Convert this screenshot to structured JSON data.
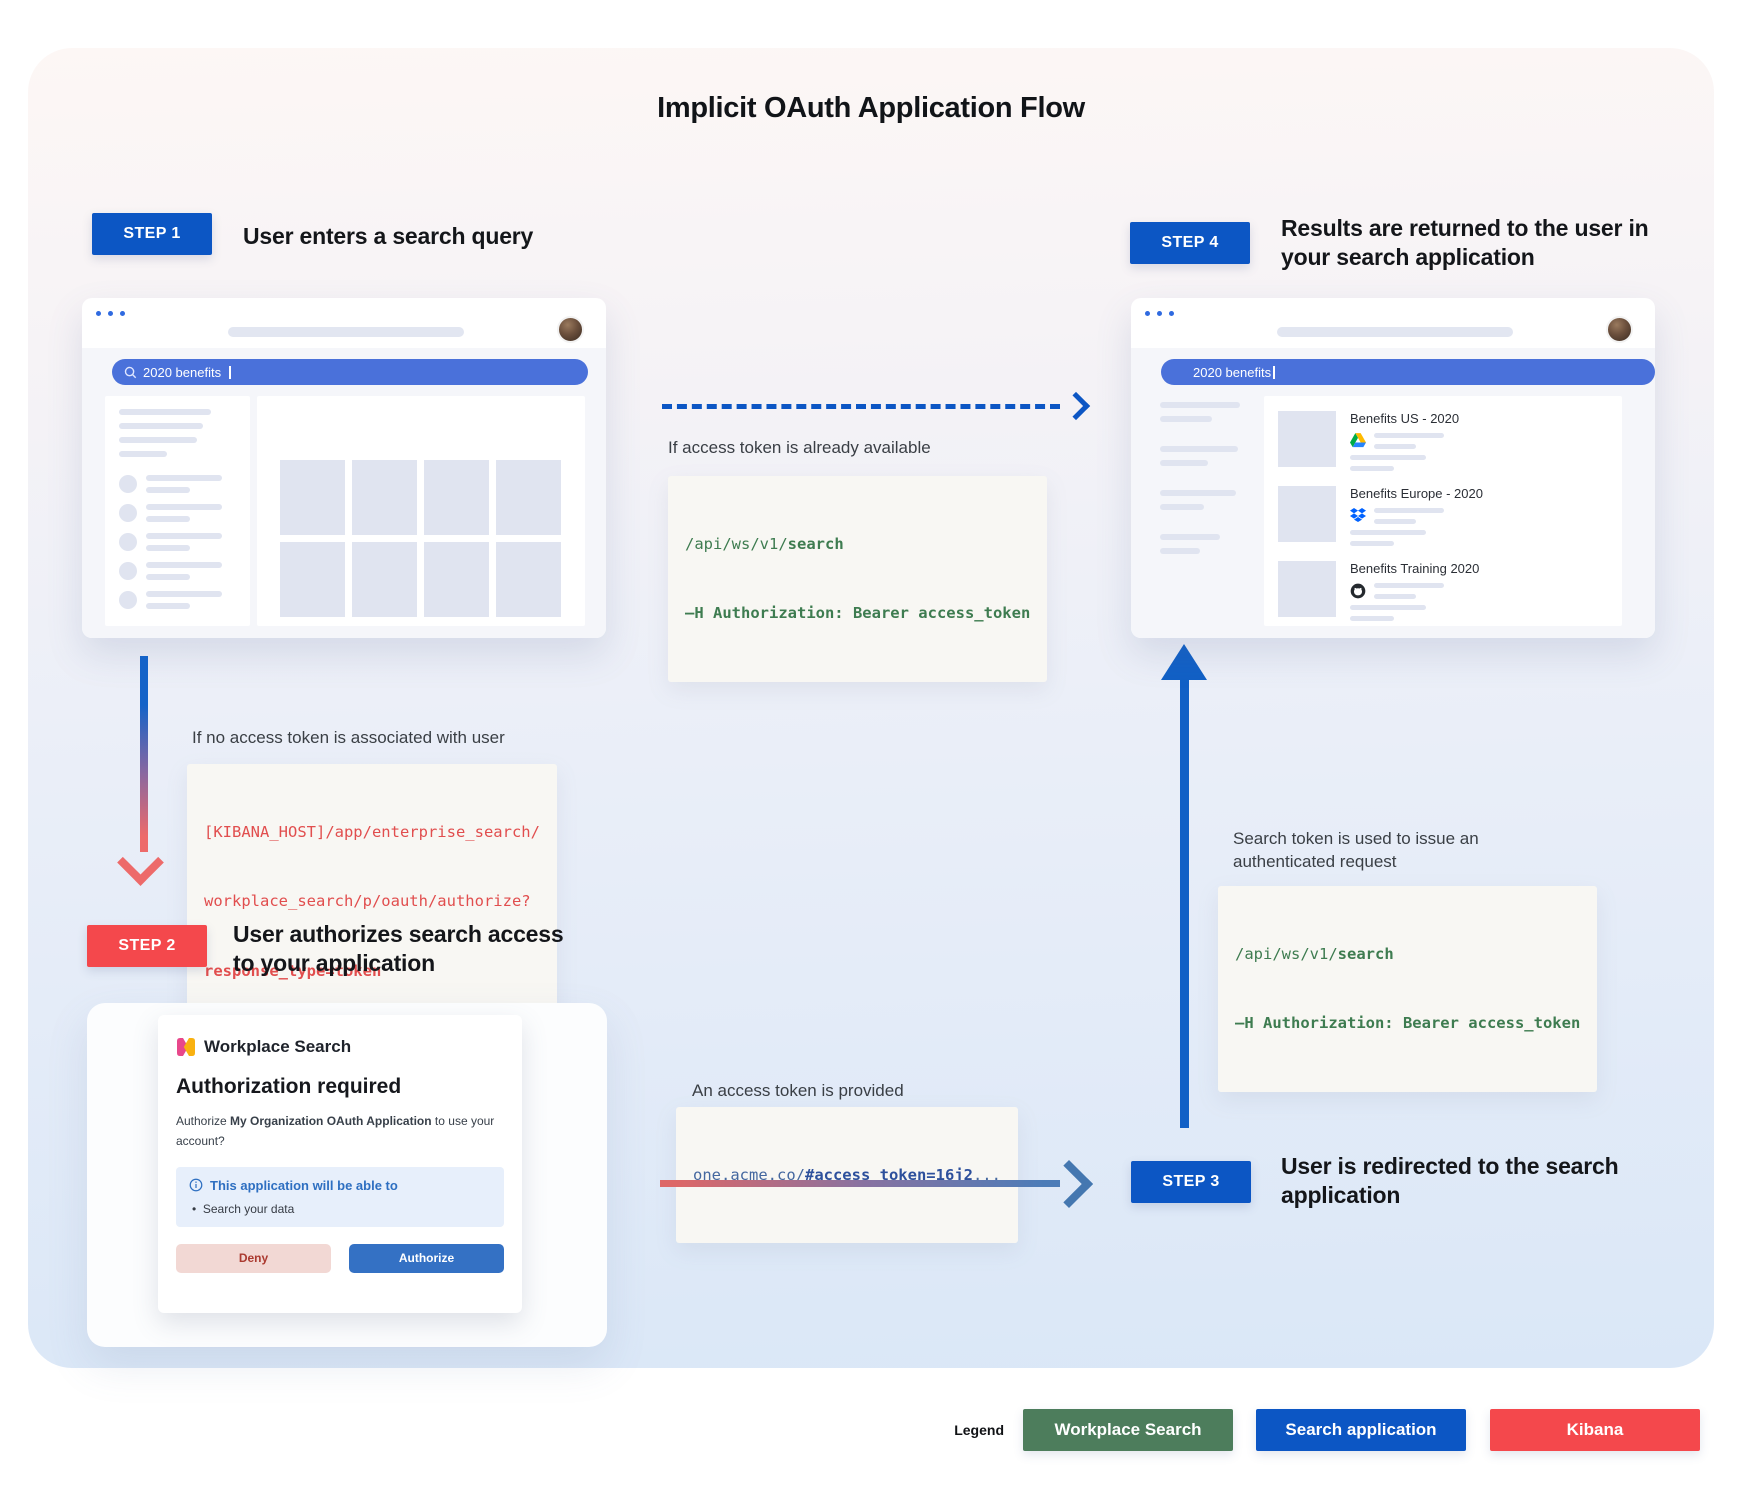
{
  "title": "Implicit OAuth Application Flow",
  "colors": {
    "step_blue": "#0c56c4",
    "step_red": "#f4484c",
    "search_pill": "#4a71da",
    "code_green": "#3e7c50",
    "code_red": "#e14e4e",
    "code_blue": "#44679f",
    "code_blue_bold": "#2d509c",
    "arrow_blue": "#0c56c4",
    "arrow_red": "#ed6a6a"
  },
  "steps": [
    {
      "badge": "STEP 1",
      "label": "User enters a search query"
    },
    {
      "badge": "STEP 2",
      "label": "User authorizes search access to your application"
    },
    {
      "badge": "STEP 3",
      "label": "User is redirected to the search application"
    },
    {
      "badge": "STEP 4",
      "label": "Results are returned to the user in your search application"
    }
  ],
  "search_app": {
    "query": "2020 benefits"
  },
  "results_app": {
    "query": "2020 benefits",
    "results": [
      {
        "title": "Benefits US - 2020",
        "source_icon": "google-drive-icon"
      },
      {
        "title": "Benefits Europe - 2020",
        "source_icon": "dropbox-icon"
      },
      {
        "title": "Benefits Training 2020",
        "source_icon": "github-icon"
      }
    ]
  },
  "annotations": {
    "token_available": "If access token is already available",
    "no_token": "If no access token is associated with user",
    "token_provided": "An access token is provided",
    "token_used": "Search token is used to issue an authenticated request"
  },
  "code": {
    "search_api": {
      "pre": "/api/ws/v1/",
      "bold": "search",
      "line2": "–H Authorization: Bearer access_token"
    },
    "kibana_authorize": {
      "line1": "[KIBANA_HOST]/app/enterprise_search/",
      "line2": "workplace_search/p/oauth/authorize?",
      "line3_bold": "response_type=token"
    },
    "redirect": {
      "pre": "one.acme.co/",
      "bold": "#access_token=16j2",
      "post": "..."
    }
  },
  "dialog": {
    "brand": "Workplace Search",
    "heading": "Authorization required",
    "body_pre": "Authorize ",
    "body_bold": "My Organization OAuth Application",
    "body_post": " to use your account?",
    "info_title": "This application will be able to",
    "info_bullet": "Search your data",
    "deny_label": "Deny",
    "authorize_label": "Authorize"
  },
  "legend": {
    "label": "Legend",
    "items": [
      {
        "label": "Workplace Search",
        "color": "#4d7d5c"
      },
      {
        "label": "Search application",
        "color": "#0c56c4"
      },
      {
        "label": "Kibana",
        "color": "#f4484c"
      }
    ]
  }
}
